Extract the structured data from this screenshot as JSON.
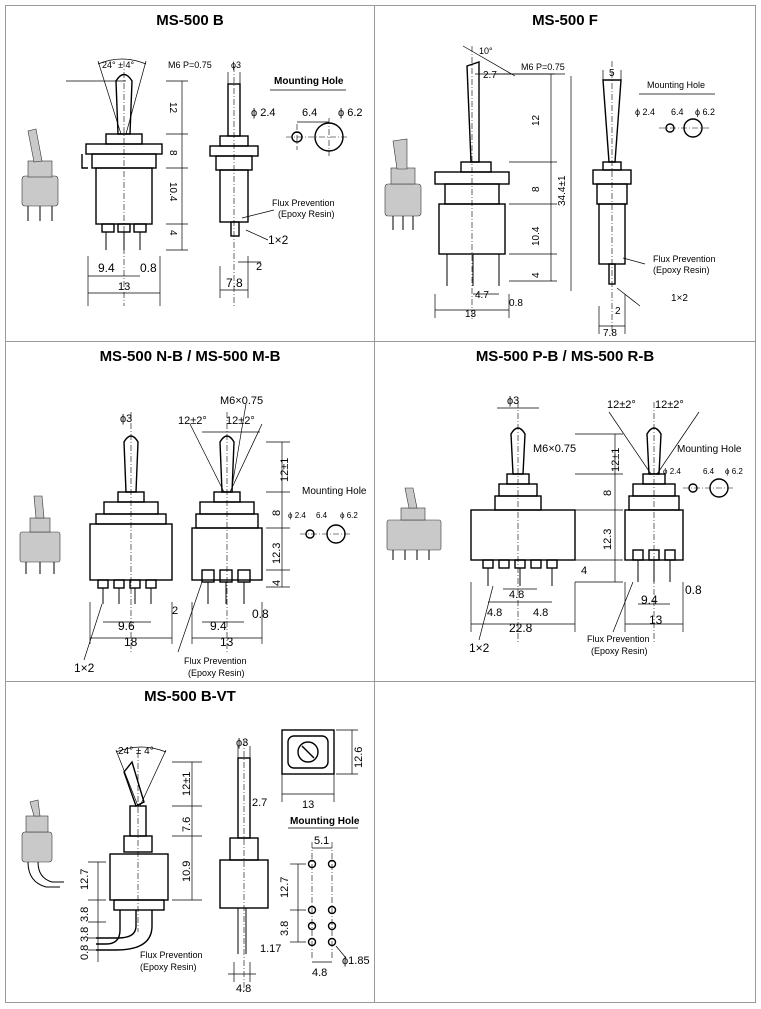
{
  "panels": {
    "p1": {
      "title": "MS-500 B"
    },
    "p2": {
      "title": "MS-500 F"
    },
    "p3": {
      "title": "MS-500 N-B / MS-500 M-B"
    },
    "p4": {
      "title": "MS-500 P-B / MS-500 R-B"
    },
    "p5": {
      "title": "MS-500 B-VT"
    }
  },
  "labels": {
    "mounting_hole": "Mounting Hole",
    "flux_prevention": "Flux Prevention",
    "epoxy_resin": "(Epoxy Resin)",
    "thread_m6_a": "M6  P=0.75",
    "thread_m6_b": "M6×0.75",
    "angle_24": "24° ± 4°",
    "angle_12": "12±2°",
    "angle_10": "10°"
  },
  "dims": {
    "d_phi3": "ϕ3",
    "d_phi24": "ϕ 2.4",
    "d_phi62": "ϕ 6.2",
    "d_phi185": "ϕ1.85",
    "d_64": "6.4",
    "d_12": "12",
    "d_12pm1": "12±1",
    "d_126": "12.6",
    "d_8": "8",
    "d_104": "10.4",
    "d_109": "10.9",
    "d_123": "12.3",
    "d_127": "12.7",
    "d_76": "7.6",
    "d_4": "4",
    "d_94": "9.4",
    "d_08": "0.8",
    "d_13": "13",
    "d_78": "7.8",
    "d_2": "2",
    "d_1x2": "1×2",
    "d_5": "5",
    "d_27": "2.7",
    "d_47": "4.7",
    "d_344": "34.4±1",
    "d_96": "9.6",
    "d_18": "18",
    "d_48": "4.8",
    "d_228": "22.8",
    "d_51": "5.1",
    "d_38": "3.8",
    "d_117": "1.17"
  }
}
